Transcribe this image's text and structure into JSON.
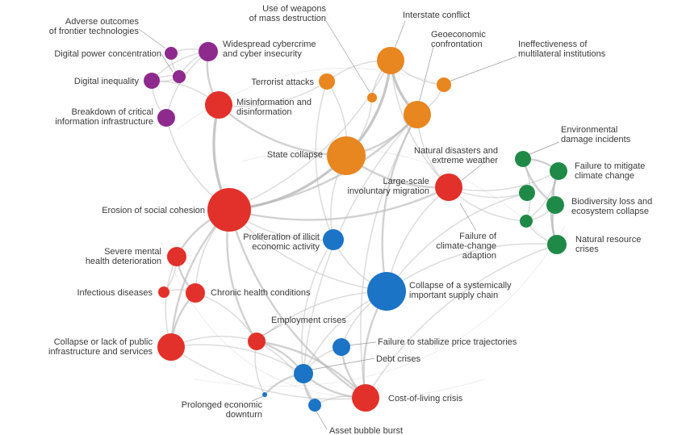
{
  "colors": {
    "technological": "#8e2a8e",
    "societal": "#e2312a",
    "geopolitical": "#e8861f",
    "environmental": "#1f8a48",
    "economic": "#1b74c5",
    "edge": "#b9b9b9",
    "leader": "#9a9a9a"
  },
  "nodes": [
    {
      "id": "adverse",
      "label": [
        "Adverse outcomes",
        "of frontier technologies"
      ],
      "category": "technological",
      "size": 1
    },
    {
      "id": "cyber",
      "label": [
        "Widespread cybercrime",
        "and cyber insecurity"
      ],
      "category": "technological",
      "size": 2
    },
    {
      "id": "power",
      "label": [
        "Digital power concentration"
      ],
      "category": "technological",
      "size": 1
    },
    {
      "id": "ineq",
      "label": [
        "Digital inequality"
      ],
      "category": "technological",
      "size": 1
    },
    {
      "id": "infra",
      "label": [
        "Breakdown of critical",
        "information infrastructure"
      ],
      "category": "technological",
      "size": 1
    },
    {
      "id": "small_tech",
      "label": [],
      "category": "technological",
      "size": 1
    },
    {
      "id": "misinfo",
      "label": [
        "Misinformation and",
        "disinformation"
      ],
      "category": "societal",
      "size": 3
    },
    {
      "id": "cohesion",
      "label": [
        "Erosion of social cohesion"
      ],
      "category": "societal",
      "size": 5
    },
    {
      "id": "mental",
      "label": [
        "Severe mental",
        "health deterioration"
      ],
      "category": "societal",
      "size": 2
    },
    {
      "id": "infectious",
      "label": [
        "Infectious diseases"
      ],
      "category": "societal",
      "size": 1
    },
    {
      "id": "chronic",
      "label": [
        "Chronic health conditions"
      ],
      "category": "societal",
      "size": 2
    },
    {
      "id": "publicinfra",
      "label": [
        "Collapse or lack of public",
        "infrastructure and services"
      ],
      "category": "societal",
      "size": 3
    },
    {
      "id": "employment",
      "label": [
        "Employment crises"
      ],
      "category": "societal",
      "size": 1
    },
    {
      "id": "costliving",
      "label": [
        "Cost-of-living crisis"
      ],
      "category": "societal",
      "size": 3
    },
    {
      "id": "migration",
      "label": [
        "Large-scale",
        "involuntary migration"
      ],
      "category": "societal",
      "size": 3
    },
    {
      "id": "wmd",
      "label": [
        "Use of weapons",
        "of mass destruction"
      ],
      "category": "geopolitical",
      "size": 1
    },
    {
      "id": "interstate",
      "label": [
        "Interstate conflict"
      ],
      "category": "geopolitical",
      "size": 3
    },
    {
      "id": "geoeco",
      "label": [
        "Geoeconomic",
        "confrontation"
      ],
      "category": "geopolitical",
      "size": 3
    },
    {
      "id": "terror",
      "label": [
        "Terrorist attacks"
      ],
      "category": "geopolitical",
      "size": 1
    },
    {
      "id": "multilat",
      "label": [
        "Ineffectiveness of",
        "multilateral institutions"
      ],
      "category": "geopolitical",
      "size": 1
    },
    {
      "id": "statecollapse",
      "label": [
        "State collapse"
      ],
      "category": "geopolitical",
      "size": 4
    },
    {
      "id": "envdamage",
      "label": [
        "Environmental",
        "damage incidents"
      ],
      "category": "environmental",
      "size": 1
    },
    {
      "id": "mitigate",
      "label": [
        "Failure to mitigate",
        "climate change"
      ],
      "category": "environmental",
      "size": 1
    },
    {
      "id": "biodiv",
      "label": [
        "Biodiversity loss and",
        "ecosystem collapse"
      ],
      "category": "environmental",
      "size": 1
    },
    {
      "id": "natres",
      "label": [
        "Natural resource",
        "crises"
      ],
      "category": "environmental",
      "size": 1
    },
    {
      "id": "adapt",
      "label": [
        "Failure of",
        "climate-change",
        "adaption"
      ],
      "category": "environmental",
      "size": 1
    },
    {
      "id": "disasters",
      "label": [
        "Natural disasters and",
        "extreme weather"
      ],
      "category": "environmental",
      "size": 1
    },
    {
      "id": "illicit",
      "label": [
        "Proliferation of illicit",
        "economic activity"
      ],
      "category": "economic",
      "size": 1
    },
    {
      "id": "supply",
      "label": [
        "Collapse of a systemically",
        "important supply chain"
      ],
      "category": "economic",
      "size": 4
    },
    {
      "id": "price",
      "label": [
        "Failure to stabilize price trajectories"
      ],
      "category": "economic",
      "size": 1
    },
    {
      "id": "debt",
      "label": [
        "Debt crises"
      ],
      "category": "economic",
      "size": 2
    },
    {
      "id": "downturn",
      "label": [
        "Prolonged economic",
        "downturn"
      ],
      "category": "economic",
      "size": 1
    },
    {
      "id": "bubble",
      "label": [
        "Asset bubble burst"
      ],
      "category": "economic",
      "size": 1
    }
  ],
  "edges": [
    [
      "cyber",
      "misinfo",
      2
    ],
    [
      "cyber",
      "ineq",
      1
    ],
    [
      "cyber",
      "power",
      1
    ],
    [
      "cyber",
      "infra",
      1
    ],
    [
      "cyber",
      "adverse",
      1
    ],
    [
      "power",
      "ineq",
      1
    ],
    [
      "power",
      "small_tech",
      1
    ],
    [
      "ineq",
      "small_tech",
      1
    ],
    [
      "ineq",
      "infra",
      1
    ],
    [
      "adverse",
      "small_tech",
      1
    ],
    [
      "infra",
      "cohesion",
      1
    ],
    [
      "misinfo",
      "cohesion",
      3
    ],
    [
      "misinfo",
      "statecollapse",
      2
    ],
    [
      "misinfo",
      "terror",
      1
    ],
    [
      "misinfo",
      "ineq",
      1
    ],
    [
      "cohesion",
      "statecollapse",
      3
    ],
    [
      "cohesion",
      "migration",
      2
    ],
    [
      "cohesion",
      "mental",
      2
    ],
    [
      "cohesion",
      "chronic",
      1
    ],
    [
      "cohesion",
      "publicinfra",
      2
    ],
    [
      "cohesion",
      "employment",
      2
    ],
    [
      "cohesion",
      "costliving",
      2
    ],
    [
      "cohesion",
      "illicit",
      1
    ],
    [
      "cohesion",
      "interstate",
      1
    ],
    [
      "cohesion",
      "geoeco",
      2
    ],
    [
      "cohesion",
      "supply",
      1
    ],
    [
      "statecollapse",
      "interstate",
      3
    ],
    [
      "statecollapse",
      "geoeco",
      2
    ],
    [
      "statecollapse",
      "terror",
      1
    ],
    [
      "statecollapse",
      "migration",
      2
    ],
    [
      "statecollapse",
      "illicit",
      1
    ],
    [
      "statecollapse",
      "wmd",
      1
    ],
    [
      "interstate",
      "geoeco",
      3
    ],
    [
      "interstate",
      "wmd",
      1
    ],
    [
      "interstate",
      "terror",
      1
    ],
    [
      "interstate",
      "multilat",
      1
    ],
    [
      "interstate",
      "migration",
      1
    ],
    [
      "geoeco",
      "supply",
      2
    ],
    [
      "geoeco",
      "multilat",
      1
    ],
    [
      "geoeco",
      "migration",
      1
    ],
    [
      "geoeco",
      "costliving",
      1
    ],
    [
      "geoeco",
      "debt",
      1
    ],
    [
      "migration",
      "disasters",
      1
    ],
    [
      "migration",
      "mitigate",
      1
    ],
    [
      "migration",
      "supply",
      1
    ],
    [
      "migration",
      "adapt",
      1
    ],
    [
      "mitigate",
      "envdamage",
      2
    ],
    [
      "mitigate",
      "biodiv",
      2
    ],
    [
      "mitigate",
      "natres",
      2
    ],
    [
      "envdamage",
      "biodiv",
      2
    ],
    [
      "biodiv",
      "natres",
      2
    ],
    [
      "adapt",
      "biodiv",
      1
    ],
    [
      "adapt",
      "natres",
      1
    ],
    [
      "adapt",
      "mitigate",
      1
    ],
    [
      "adapt",
      "envdamage",
      1
    ],
    [
      "natres",
      "supply",
      1
    ],
    [
      "natres",
      "costliving",
      1
    ],
    [
      "disasters",
      "supply",
      1
    ],
    [
      "supply",
      "costliving",
      2
    ],
    [
      "supply",
      "price",
      1
    ],
    [
      "supply",
      "debt",
      1
    ],
    [
      "supply",
      "employment",
      1
    ],
    [
      "price",
      "costliving",
      2
    ],
    [
      "price",
      "debt",
      1
    ],
    [
      "debt",
      "costliving",
      2
    ],
    [
      "debt",
      "employment",
      2
    ],
    [
      "debt",
      "bubble",
      2
    ],
    [
      "debt",
      "downturn",
      2
    ],
    [
      "debt",
      "publicinfra",
      1
    ],
    [
      "costliving",
      "employment",
      2
    ],
    [
      "costliving",
      "bubble",
      1
    ],
    [
      "employment",
      "downturn",
      1
    ],
    [
      "employment",
      "publicinfra",
      1
    ],
    [
      "employment",
      "chronic",
      1
    ],
    [
      "bubble",
      "employment",
      1
    ],
    [
      "mental",
      "chronic",
      2
    ],
    [
      "chronic",
      "infectious",
      1
    ],
    [
      "chronic",
      "publicinfra",
      2
    ],
    [
      "publicinfra",
      "costliving",
      1
    ],
    [
      "infectious",
      "mental",
      1
    ],
    [
      "mental",
      "publicinfra",
      1
    ],
    [
      "illicit",
      "supply",
      1
    ],
    [
      "illicit",
      "debt",
      1
    ],
    [
      "terror",
      "illicit",
      1
    ]
  ]
}
